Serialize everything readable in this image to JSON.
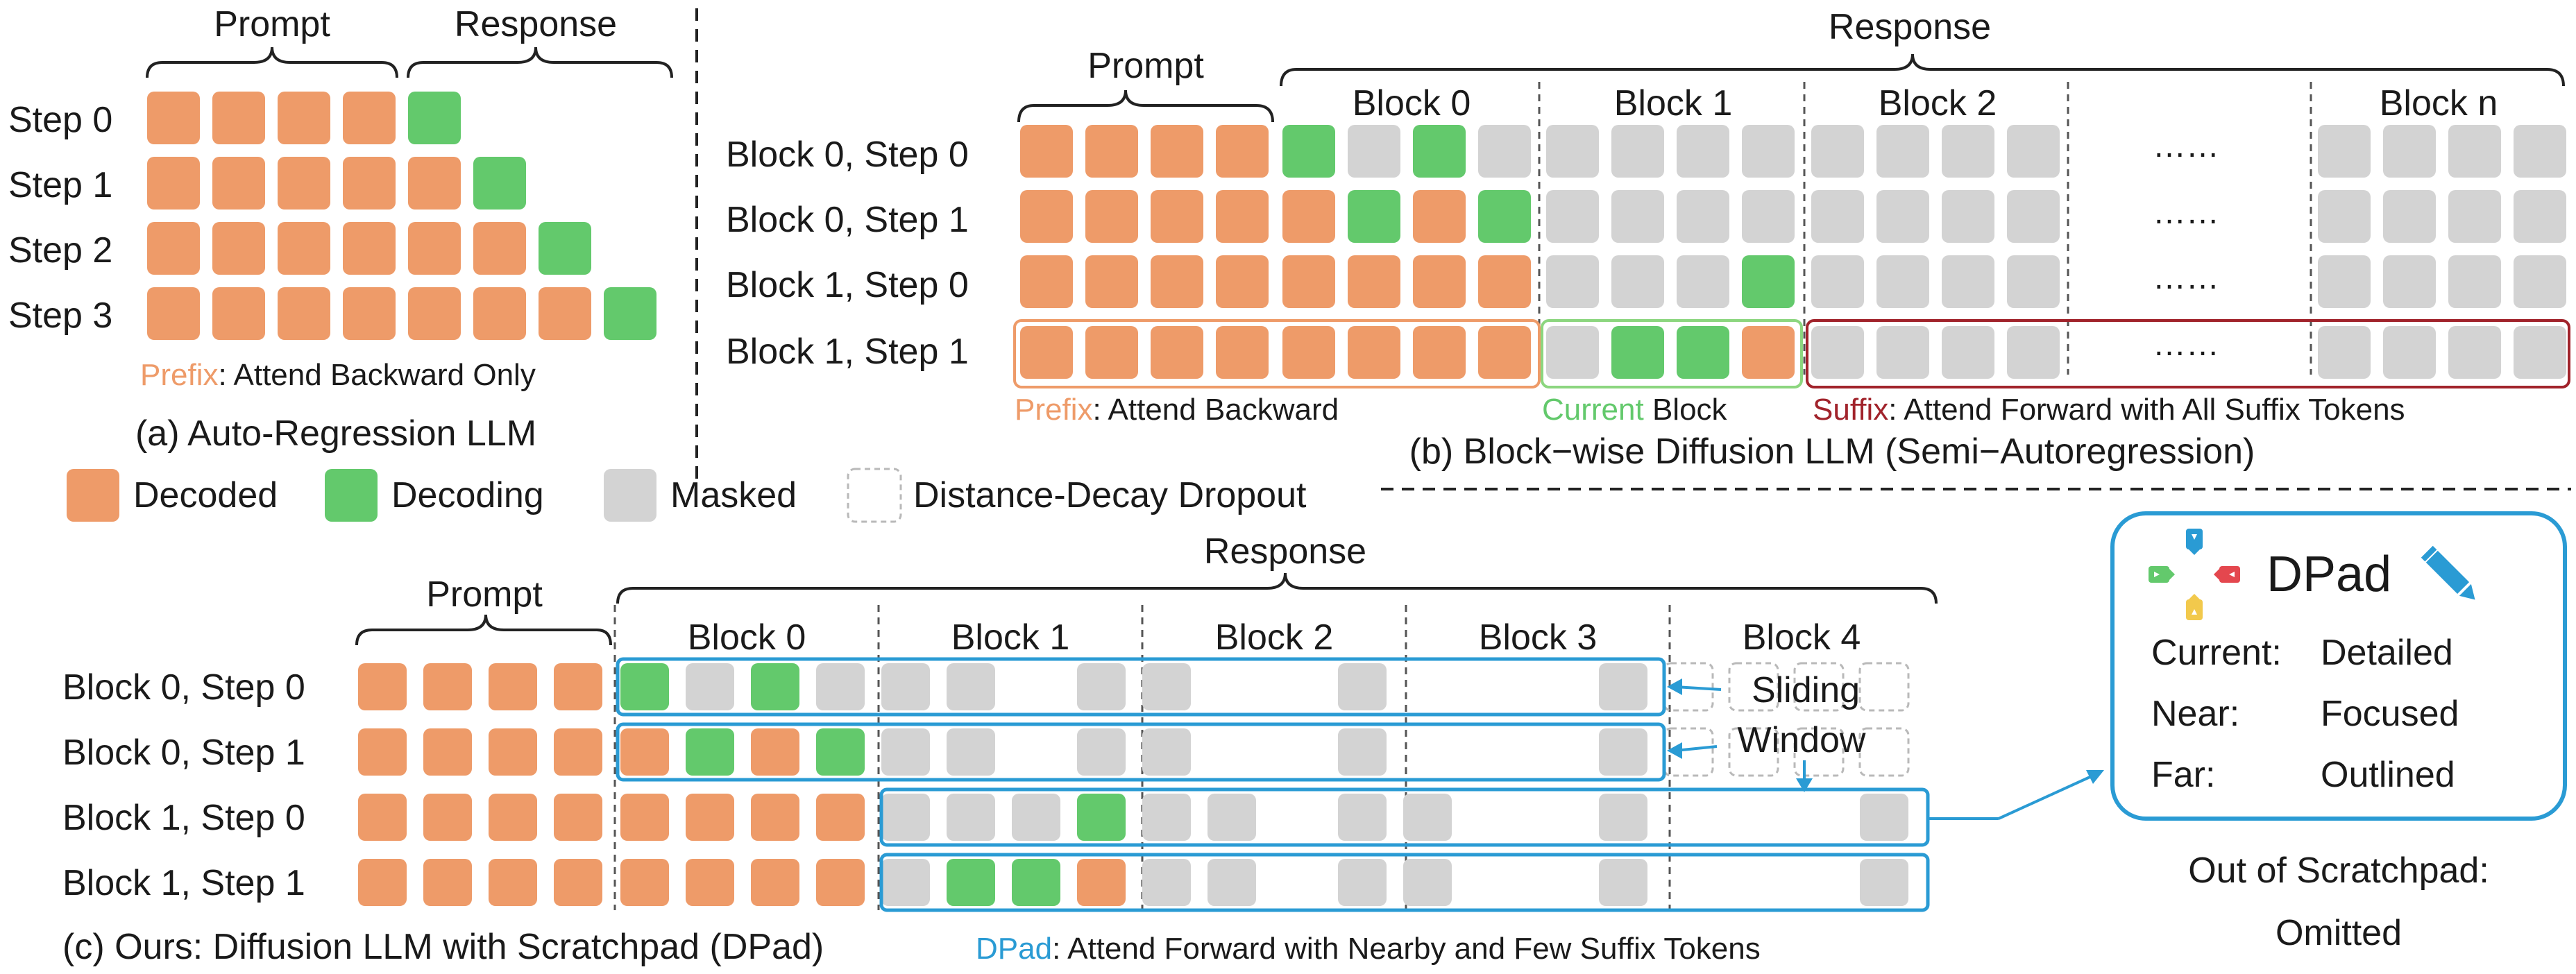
{
  "colors": {
    "decoded": "#EE9B69",
    "decoding": "#63C96C",
    "masked": "#D3D3D3",
    "dropout_border": "#B9B9B9",
    "prefix_text": "#EE9B69",
    "current_text": "#63C96C",
    "suffix_text": "#A1232B",
    "dpad_text": "#2A9BD4",
    "window_border": "#2A9BD4",
    "current_box": "#8CD67F",
    "suffix_box": "#A1232B"
  },
  "panel_a": {
    "prompt_label": "Prompt",
    "response_label": "Response",
    "row_labels": [
      "Step 0",
      "Step 1",
      "Step 2",
      "Step 3"
    ],
    "note_prefix": "Prefix",
    "note_rest": ": Attend Backward Only",
    "caption": "(a) Auto-Regression LLM"
  },
  "panel_b": {
    "prompt_label": "Prompt",
    "response_label": "Response",
    "block_labels": [
      "Block 0",
      "Block 1",
      "Block 2",
      "Block n"
    ],
    "ellipsis": "……",
    "row_labels": [
      "Block 0, Step 0",
      "Block 0, Step 1",
      "Block 1, Step 0",
      "Block 1, Step 1"
    ],
    "note_prefix": "Prefix",
    "note_prefix_rest": ": Attend Backward",
    "note_current": "Current",
    "note_current_rest": " Block",
    "note_suffix": "Suffix",
    "note_suffix_rest": ": Attend Forward with All Suffix Tokens",
    "caption": "(b) Block−wise Diffusion LLM (Semi−Autoregression)"
  },
  "legend": {
    "decoded": "Decoded",
    "decoding": "Decoding",
    "masked": "Masked",
    "dropout": "Distance-Decay Dropout"
  },
  "panel_c": {
    "prompt_label": "Prompt",
    "response_label": "Response",
    "block_labels": [
      "Block 0",
      "Block 1",
      "Block 2",
      "Block 3",
      "Block 4"
    ],
    "row_labels": [
      "Block 0, Step 0",
      "Block 0, Step 1",
      "Block 1, Step 0",
      "Block 1, Step 1"
    ],
    "sliding_label": "Sliding",
    "window_label": "Window",
    "caption": "(c) Ours: Diffusion LLM with Scratchpad (DPad)",
    "note_dpad": "DPad",
    "note_rest": ": Attend Forward with Nearby and Few Suffix Tokens"
  },
  "dpad_box": {
    "title": "DPad",
    "rows": [
      {
        "key": "Current:",
        "value": "Detailed"
      },
      {
        "key": "Near:",
        "value": "Focused"
      },
      {
        "key": "Far:",
        "value": "Outlined"
      }
    ],
    "footer_line1": "Out of Scratchpad:",
    "footer_line2": "Omitted"
  }
}
